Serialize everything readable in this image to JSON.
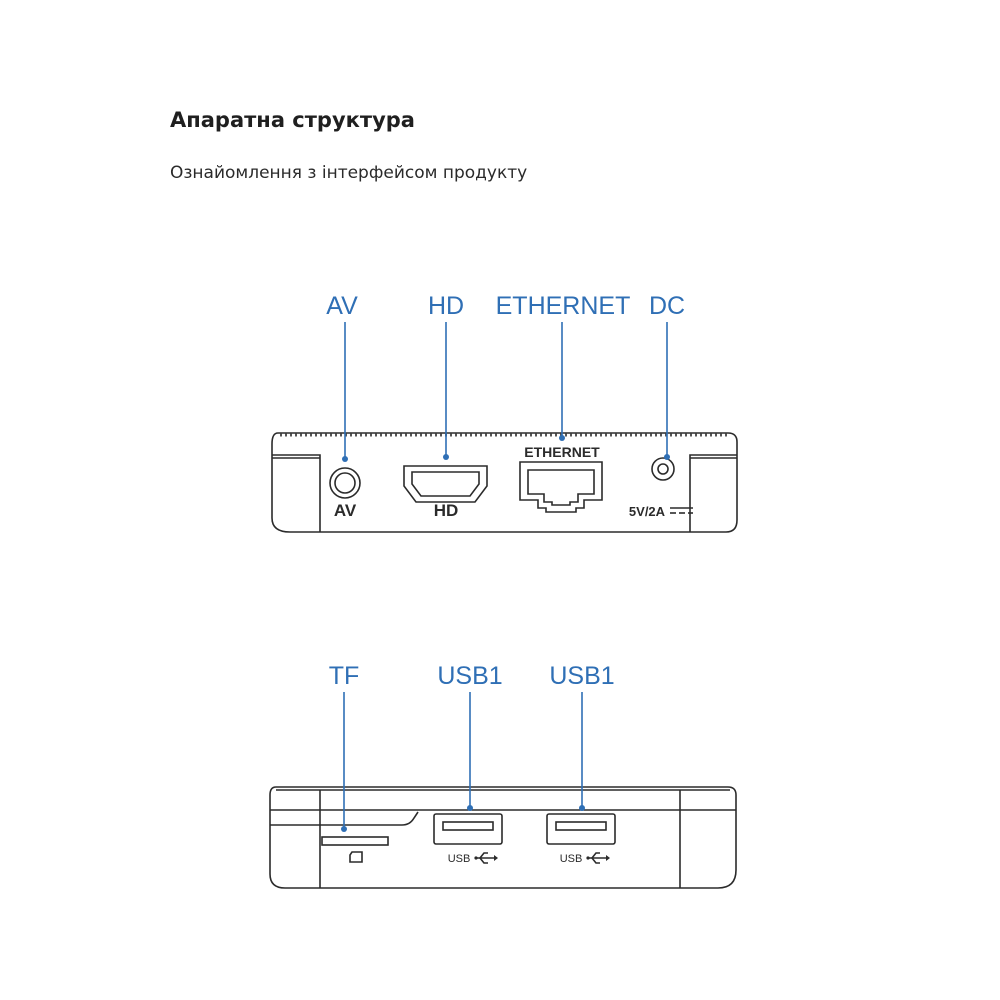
{
  "header": {
    "title": "Апаратна структура",
    "subtitle": "Ознайомлення з інтерфейсом продукту"
  },
  "rear_panel": {
    "callouts": [
      "AV",
      "HD",
      "ETHERNET",
      "DC"
    ],
    "printed": {
      "av": "AV",
      "hd": "HD",
      "ethernet": "ETHERNET",
      "dc": "5V/2A"
    }
  },
  "side_panel": {
    "callouts": [
      "TF",
      "USB1",
      "USB1"
    ],
    "printed": {
      "usb_left": "USB",
      "usb_right": "USB"
    }
  },
  "colors": {
    "accent": "#2f6fb5",
    "line": "#2b2b2b"
  }
}
